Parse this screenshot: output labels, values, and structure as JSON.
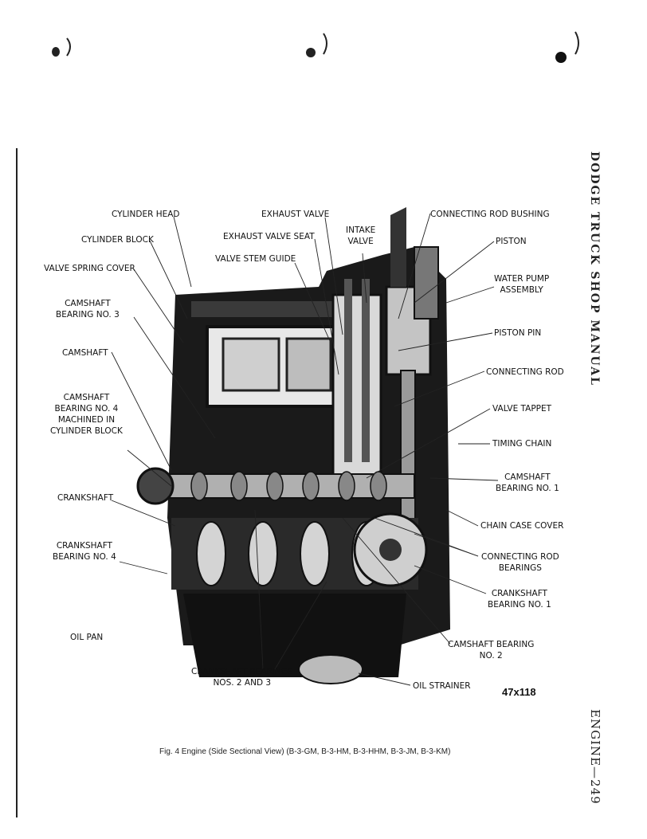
{
  "sidebar": {
    "title": "DODGE TRUCK SHOP MANUAL",
    "footer": "ENGINE—249"
  },
  "labels": {
    "cylinder_head": "CYLINDER HEAD",
    "cylinder_block": "CYLINDER BLOCK",
    "valve_spring_cover": "VALVE SPRING COVER",
    "camshaft_bearing_3": "CAMSHAFT\nBEARING NO. 3",
    "camshaft": "CAMSHAFT",
    "camshaft_bearing_4": "CAMSHAFT\nBEARING NO. 4\nMACHINED IN\nCYLINDER BLOCK",
    "crankshaft": "CRANKSHAFT",
    "crankshaft_bearing_4": "CRANKSHAFT\nBEARING NO. 4",
    "oil_pan": "OIL PAN",
    "exhaust_valve": "EXHAUST VALVE",
    "exhaust_valve_seat": "EXHAUST VALVE SEAT",
    "valve_stem_guide": "VALVE STEM GUIDE",
    "intake_valve": "INTAKE\nVALVE",
    "connecting_rod_bushing": "CONNECTING ROD BUSHING",
    "piston": "PISTON",
    "water_pump_assembly": "WATER PUMP\nASSEMBLY",
    "piston_pin": "PISTON PIN",
    "connecting_rod": "CONNECTING ROD",
    "valve_tappet": "VALVE TAPPET",
    "timing_chain": "TIMING CHAIN",
    "camshaft_bearing_1": "CAMSHAFT\nBEARING NO. 1",
    "chain_case_cover": "CHAIN CASE COVER",
    "connecting_rod_bearings": "CONNECTING ROD\nBEARINGS",
    "crankshaft_bearing_1": "CRANKSHAFT\nBEARING NO. 1",
    "camshaft_bearing_2": "CAMSHAFT BEARING\nNO. 2",
    "oil_strainer": "OIL STRAINER",
    "crankshaft_bearings_2_3": "CRANKSHAFT BEARINGS\nNOS. 2 AND 3"
  },
  "figure_number": "47x118",
  "caption": "Fig. 4 Engine (Side Sectional View) (B-3-GM, B-3-HM, B-3-HHM, B-3-JM, B-3-KM)"
}
